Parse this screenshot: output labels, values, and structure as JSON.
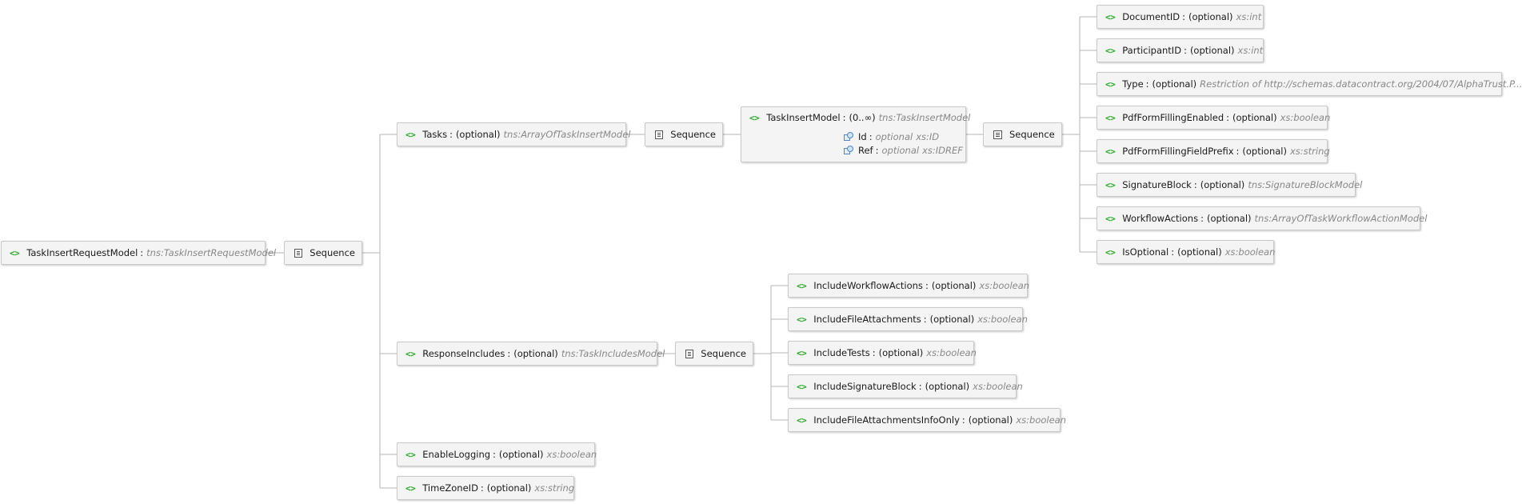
{
  "root": {
    "name": "TaskInsertRequestModel",
    "sep": ":",
    "type": "tns:TaskInsertRequestModel"
  },
  "sequence_label": "Sequence",
  "element_glyph": "<>",
  "tasks": {
    "name": "Tasks",
    "sep": ":",
    "occ": "(optional)",
    "type": "tns:ArrayOfTaskInsertModel"
  },
  "task_insert_model": {
    "name": "TaskInsertModel",
    "sep": ":",
    "occ": "(0..∞)",
    "type": "tns:TaskInsertModel",
    "attributes": [
      {
        "name": "Id",
        "sep": ":",
        "use": "optional",
        "type": "xs:ID"
      },
      {
        "name": "Ref",
        "sep": ":",
        "use": "optional",
        "type": "xs:IDREF"
      }
    ]
  },
  "task_fields": [
    {
      "name": "DocumentID",
      "sep": ":",
      "occ": "(optional)",
      "type": "xs:int"
    },
    {
      "name": "ParticipantID",
      "sep": ":",
      "occ": "(optional)",
      "type": "xs:int"
    },
    {
      "name": "Type",
      "sep": ":",
      "occ": "(optional)",
      "type": "Restriction of http://schemas.datacontract.org/2004/07/AlphaTrust.P..."
    },
    {
      "name": "PdfFormFillingEnabled",
      "sep": ":",
      "occ": "(optional)",
      "type": "xs:boolean"
    },
    {
      "name": "PdfFormFillingFieldPrefix",
      "sep": ":",
      "occ": "(optional)",
      "type": "xs:string"
    },
    {
      "name": "SignatureBlock",
      "sep": ":",
      "occ": "(optional)",
      "type": "tns:SignatureBlockModel"
    },
    {
      "name": "WorkflowActions",
      "sep": ":",
      "occ": "(optional)",
      "type": "tns:ArrayOfTaskWorkflowActionModel"
    },
    {
      "name": "IsOptional",
      "sep": ":",
      "occ": "(optional)",
      "type": "xs:boolean"
    }
  ],
  "response_includes": {
    "name": "ResponseIncludes",
    "sep": ":",
    "occ": "(optional)",
    "type": "tns:TaskIncludesModel"
  },
  "include_fields": [
    {
      "name": "IncludeWorkflowActions",
      "sep": ":",
      "occ": "(optional)",
      "type": "xs:boolean"
    },
    {
      "name": "IncludeFileAttachments",
      "sep": ":",
      "occ": "(optional)",
      "type": "xs:boolean"
    },
    {
      "name": "IncludeTests",
      "sep": ":",
      "occ": "(optional)",
      "type": "xs:boolean"
    },
    {
      "name": "IncludeSignatureBlock",
      "sep": ":",
      "occ": "(optional)",
      "type": "xs:boolean"
    },
    {
      "name": "IncludeFileAttachmentsInfoOnly",
      "sep": ":",
      "occ": "(optional)",
      "type": "xs:boolean"
    }
  ],
  "enable_logging": {
    "name": "EnableLogging",
    "sep": ":",
    "occ": "(optional)",
    "type": "xs:boolean"
  },
  "time_zone_id": {
    "name": "TimeZoneID",
    "sep": ":",
    "occ": "(optional)",
    "type": "xs:string"
  },
  "colors": {
    "element_glyph": "#26a926",
    "type_text": "#888888",
    "connector": "#b5b5b5",
    "node_bg": "#f4f4f4"
  }
}
